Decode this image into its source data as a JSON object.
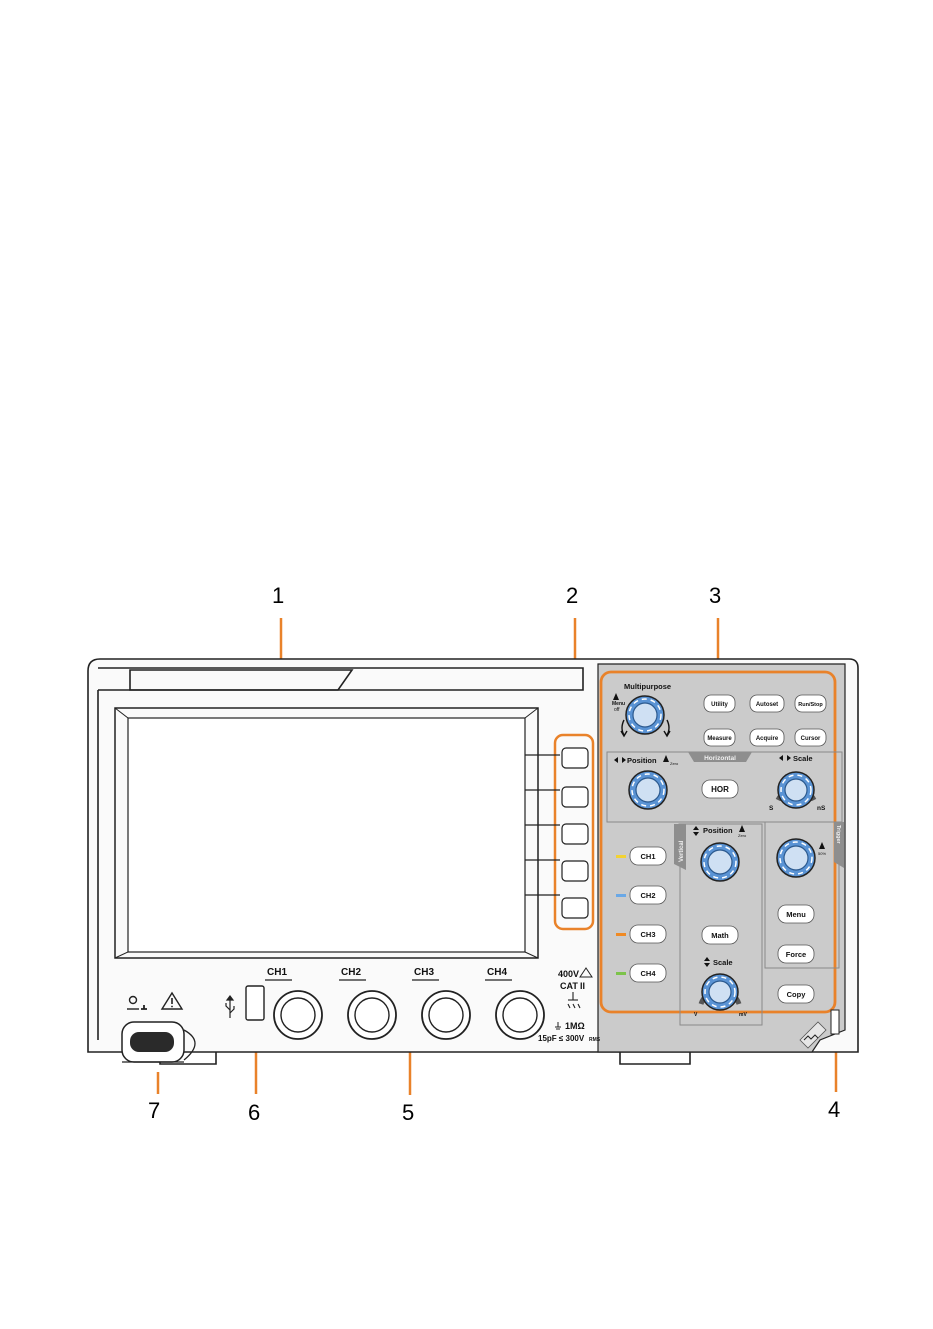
{
  "callouts": [
    "1",
    "2",
    "3",
    "4",
    "5",
    "6",
    "7"
  ],
  "panel": {
    "multipurpose": "Multipurpose",
    "menu_small": "Menu",
    "off_small": "off",
    "zero_small": "Zero",
    "fifty_small": "50%",
    "buttons": {
      "utility": "Utility",
      "autoset": "Autoset",
      "runstop": "Run/Stop",
      "measure": "Measure",
      "acquire": "Acquire",
      "cursor": "Cursor",
      "hor": "HOR",
      "ch1": "CH1",
      "ch2": "CH2",
      "ch3": "CH3",
      "ch4": "CH4",
      "math": "Math",
      "menu": "Menu",
      "force": "Force",
      "copy": "Copy"
    },
    "horizontal": "Horizontal",
    "h_position": "Position",
    "h_scale": "Scale",
    "scale_s": "S",
    "scale_ns": "nS",
    "vertical": "Vertical",
    "v_position": "Position",
    "v_scale": "Scale",
    "v_scale_left": "V",
    "v_scale_right": "mV",
    "trigger": "Trigger"
  },
  "front": {
    "inputs": [
      "CH1",
      "CH2",
      "CH3",
      "CH4"
    ],
    "rating_1": "400V",
    "rating_2": "CAT",
    "rating_2b": "II",
    "impedance": "1MΩ",
    "capacitance": "15pF ≤ 300V",
    "capacitance_unit": "RMS"
  },
  "colors": {
    "accent_orange": "#e9822a",
    "ch1": "#f2d233",
    "ch2": "#6aa8e6",
    "ch3": "#f08a24",
    "ch4": "#7cc34a",
    "knob_blue": "#5a93d4",
    "panel_gray": "#c9c9c9"
  }
}
